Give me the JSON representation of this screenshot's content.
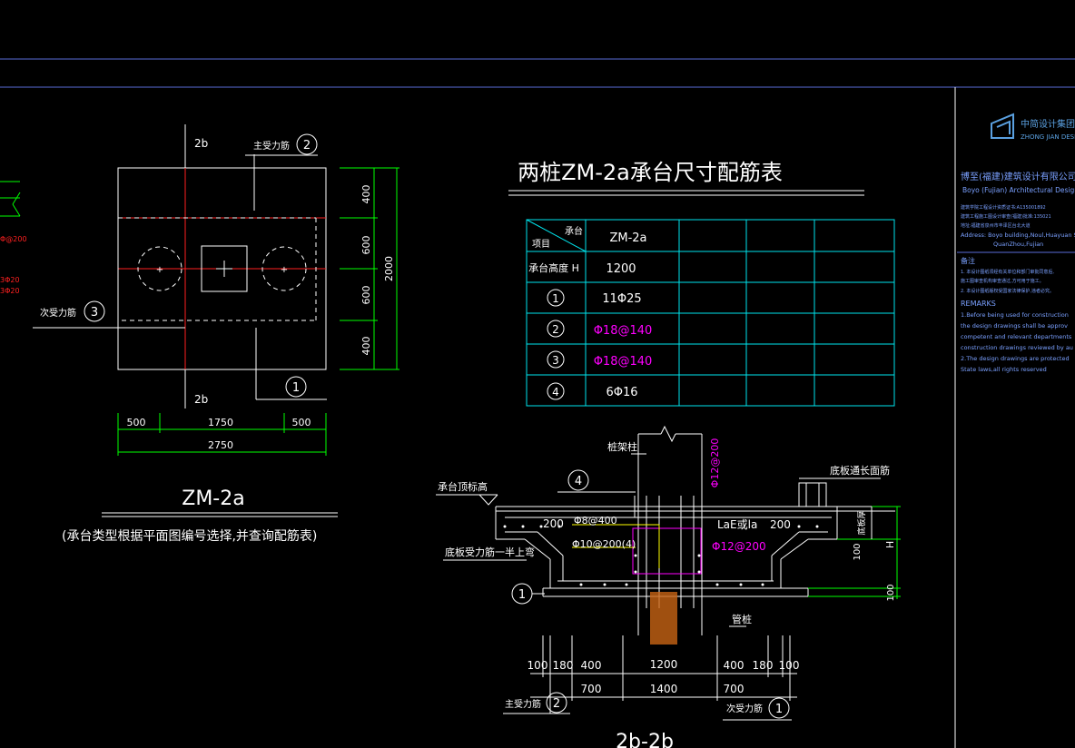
{
  "plan": {
    "label_2b_top": "2b",
    "label_2b_bottom": "2b",
    "main_bar_label": "主受力筋",
    "main_bar_num": "2",
    "secondary_bar_label": "次受力筋",
    "secondary_bar_num": "3",
    "bottom_num": "1",
    "dims_right": [
      "400",
      "600",
      "600",
      "400"
    ],
    "dim_right_total": "2000",
    "dims_bottom": [
      "500",
      "1750",
      "500"
    ],
    "dim_bottom_total": "2750",
    "title": "ZM-2a",
    "subtitle": "(承台类型根据平面图编号选择,并查询配筋表)"
  },
  "left_stub": {
    "a": "Φ@200",
    "b": "3Φ20",
    "c": "3Φ20"
  },
  "table": {
    "title": "两桩ZM-2a承台尺寸配筋表",
    "corner_top": "承台",
    "corner_bottom": "项目",
    "header_col": "ZM-2a",
    "rows": [
      {
        "label": "承台高度 H",
        "value": "1200",
        "magenta": false,
        "circled": false
      },
      {
        "label": "1",
        "value": "11Φ25",
        "magenta": false,
        "circled": true
      },
      {
        "label": "2",
        "value": "Φ18@140",
        "magenta": true,
        "circled": true
      },
      {
        "label": "3",
        "value": "Φ18@140",
        "magenta": true,
        "circled": true
      },
      {
        "label": "4",
        "value": "6Φ16",
        "magenta": false,
        "circled": true
      }
    ]
  },
  "section": {
    "pile_cap_label": "承台顶标高",
    "sm_label": "桩架柱",
    "circle4": "4",
    "rebar_vert": "Φ12@200",
    "slab_label": "底板通长面筋",
    "left_200": "200",
    "stir1": "Φ8@400",
    "stir2": "Φ10@200(4)",
    "lae": "LaE或la",
    "right_200": "200",
    "rebar_mag": "Φ12@200",
    "bottom_bend": "底板受力筋一半上弯",
    "circle1": "1",
    "pipe_label": "管桩",
    "right_vert1": "底板厚",
    "right_vert2": "H",
    "right_100": "100",
    "right_100b": "100",
    "dims_left": [
      "100",
      "180",
      "400"
    ],
    "dim_mid": "1200",
    "dims_right": [
      "400",
      "180",
      "100"
    ],
    "dim_700_left": "700",
    "dim_1400": "1400",
    "dim_700_right": "700",
    "main_bar_label": "主受力筋",
    "main_bar_num": "2",
    "secondary_bar_label": "次受力筋",
    "secondary_bar_num": "1",
    "title": "2b-2b"
  },
  "titleblock": {
    "logo_cn": "中简设计集团",
    "logo_en": "ZHONG JIAN DESI",
    "company_cn": "博至(福建)建筑设计有限公司",
    "company_en": "Boyo (Fujian) Architectural Design",
    "info_lines": [
      "建筑学院工程设计资质证书:A135001892",
      "建筑工程施工图设计审查(福建)批准:135021",
      "地址:福建省泉州市丰泽区台北大道",
      "Address: Boyo building,Noul,Huayuan Sou",
      "QuanZhou,Fujian"
    ],
    "notes_title": "备注",
    "notes_cn": [
      "1. 本设计图纸须经有关单位和部门审批同意后,",
      "   施工图审查机构审查通过,方可用于施工。",
      "2. 本设计图纸版权受国家法律保护,违者必究。"
    ],
    "remarks_title": "REMARKS",
    "remarks": [
      "1.Before being used for construction",
      " the design drawings shall be approv",
      " competent and relevant departments",
      " construction drawings reviewed by au",
      "2.The design drawings are protected",
      " State laws,all rights reserved"
    ]
  },
  "colors": {
    "background": "#000000",
    "cyan": "#00e5ee",
    "green": "#00ff00",
    "magenta": "#ff00ff",
    "red": "#ff2020",
    "yellow": "#ffff00",
    "blue": "#5a6bd8"
  }
}
